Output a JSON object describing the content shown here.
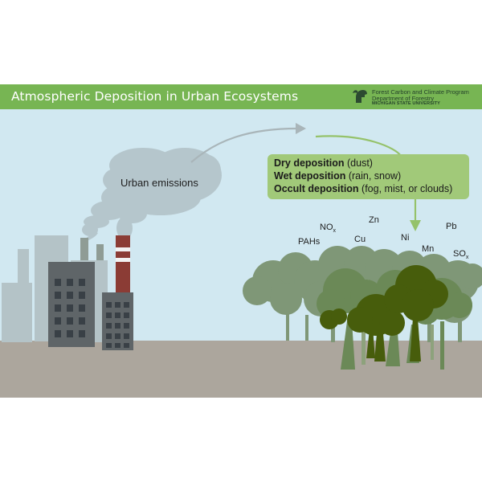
{
  "title": "Atmospheric Deposition in Urban Ecosystems",
  "organization": {
    "line1": "Forest Carbon and Climate Program",
    "line2": "Department of Forestry",
    "line3": "MICHIGAN STATE UNIVERSITY",
    "logo_icon": "spartan-helmet-icon"
  },
  "emissions_label": "Urban emissions",
  "deposition": {
    "dry": {
      "term": "Dry deposition",
      "detail": "(dust)"
    },
    "wet": {
      "term": "Wet deposition",
      "detail": "(rain, snow)"
    },
    "occult": {
      "term": "Occult deposition",
      "detail": "(fog, mist, or clouds)"
    }
  },
  "pollutants": {
    "nox": {
      "base": "NO",
      "sub": "x"
    },
    "pahs": "PAHs",
    "zn": "Zn",
    "cu": "Cu",
    "ni": "Ni",
    "mn": "Mn",
    "pb": "Pb",
    "sox": {
      "base": "SO",
      "sub": "x"
    }
  },
  "colors": {
    "header": "#77b553",
    "sky": "#d1e8f1",
    "ground": "#aca69d",
    "smoke": "#b5c6cc",
    "deposition_box": "#a1c979",
    "arrow_gray": "#a9b5b9",
    "arrow_green": "#95c26a",
    "smokestack": "#8b3c35",
    "tree_dark": "#475d0c",
    "tree_mid": "#6b8957",
    "tree_light": "#7f9777"
  }
}
